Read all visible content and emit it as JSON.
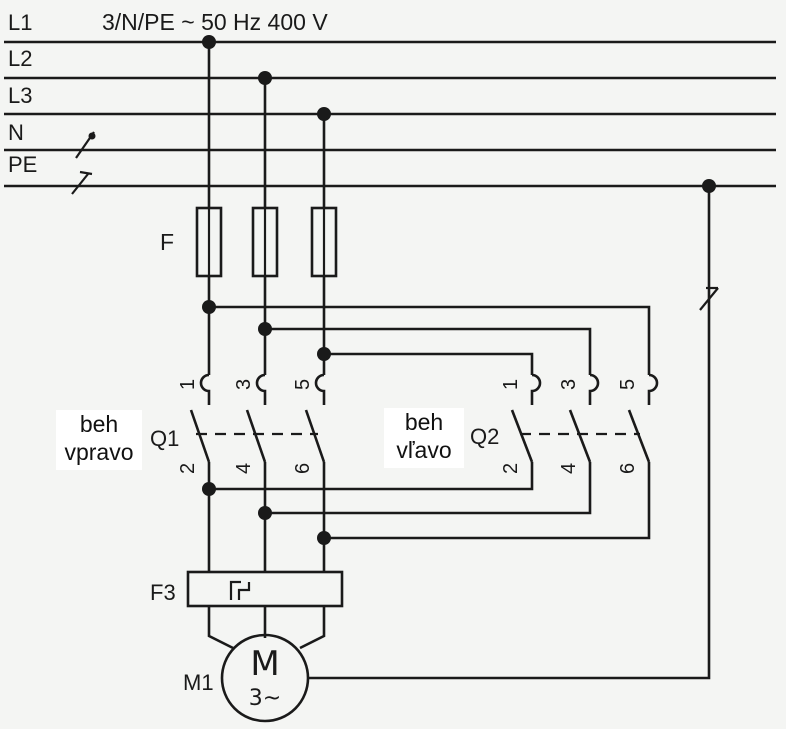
{
  "supply": {
    "label": "3/N/PE ~ 50 Hz 400 V",
    "lines": [
      "L1",
      "L2",
      "L3",
      "N",
      "PE"
    ]
  },
  "components": {
    "fuse": "F",
    "contactor_right": "Q1",
    "contactor_left": "Q2",
    "overload": "F3",
    "motor": "M1",
    "motor_symbol": "M",
    "motor_phase": "3~"
  },
  "terminals": {
    "q1_top": [
      "1",
      "3",
      "5"
    ],
    "q1_bottom": [
      "2",
      "4",
      "6"
    ],
    "q2_top": [
      "1",
      "3",
      "5"
    ],
    "q2_bottom": [
      "2",
      "4",
      "6"
    ]
  },
  "annotations": {
    "right_line1": "beh",
    "right_line2": "vpravo",
    "left_line1": "beh",
    "left_line2": "vľavo"
  }
}
